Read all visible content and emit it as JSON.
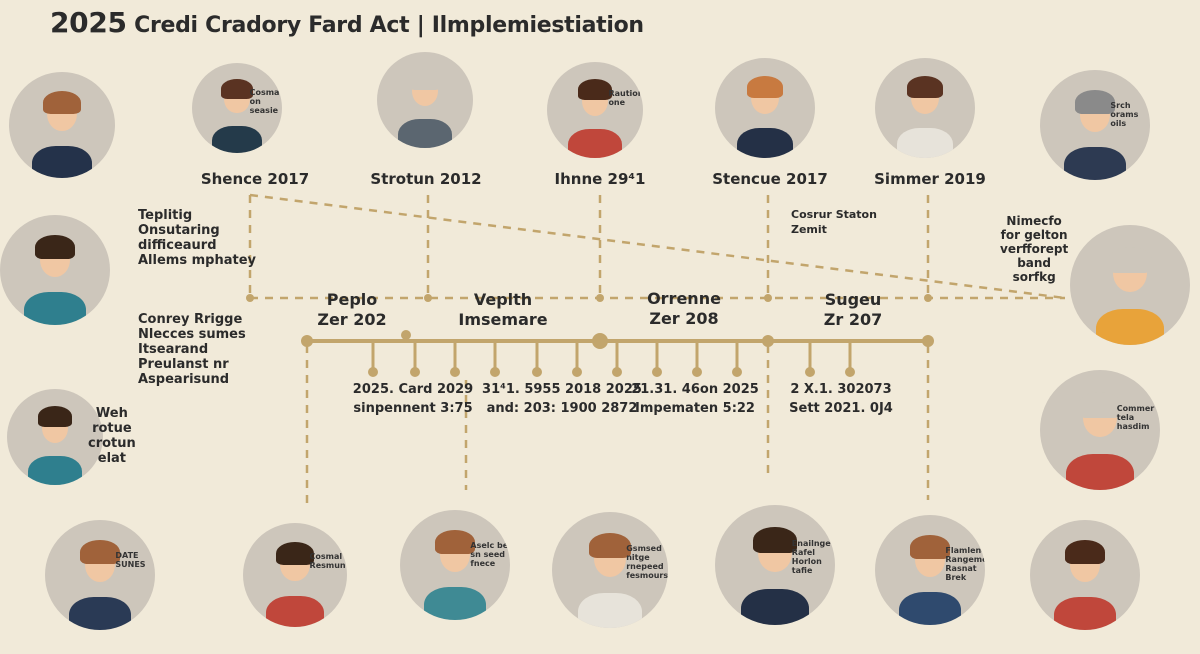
{
  "title": {
    "year": "2025",
    "text": "Credi Cradory Fard Act | Ilmplemiestiation"
  },
  "captions": [
    "Shence 2017",
    "Strotun 2012",
    "Ihnne 29⁴1",
    "Stencue 2017",
    "Simmer 2019"
  ],
  "side_notes": {
    "left_top": [
      "Teplitig",
      "Onsutaring",
      "difficeaurd",
      "Allems mphatey"
    ],
    "left_mid": [
      "Conrey Rrigge",
      "Nlecces sumes",
      "Itsearand",
      "Preulanst nr",
      "Aspearisund"
    ],
    "left_circle": [
      "Weh",
      "rotue",
      "crotun",
      "elat"
    ],
    "center_note": [
      "Cosrur Staton",
      "Zemit"
    ],
    "right_note": [
      "Nimecfo",
      "for gelton",
      "verfforept",
      "band",
      "sorfkg"
    ]
  },
  "milestones": [
    {
      "line1": "Peplo",
      "line2": "Zer 202"
    },
    {
      "line1": "Veplth",
      "line2": "Imsemare"
    },
    {
      "line1": "Orrenne",
      "line2": "Zer 208"
    },
    {
      "line1": "Sugeu",
      "line2": "Zr 207"
    }
  ],
  "dates": [
    {
      "line1": "2025. Card 2029",
      "line2": "sinpennent 3:75"
    },
    {
      "line1": "31⁴1. 5955 2018 2025",
      "line2": "and: 203: 1900 2872"
    },
    {
      "line1": "21.31. 46on 2025",
      "line2": "Impematen 5:22"
    },
    {
      "line1": "2 X.1. 302073",
      "line2": "Sett 2021. 0J4"
    }
  ],
  "circle_labels": {
    "c2": [
      "Cosmal",
      "on seasie"
    ],
    "c4": [
      "Rautions",
      "one"
    ],
    "c7": [
      "Srch",
      "orams",
      "oils"
    ],
    "r2": [
      "Commer tela",
      "hasdim"
    ],
    "b1": [
      "Cosmal",
      "Resmun"
    ],
    "b2": [
      "Aselc be",
      "sn seed",
      "fnece"
    ],
    "b3": [
      "Gsmsed",
      "nitge",
      "rnepeed",
      "fesmours"
    ],
    "b4": [
      "Enailnge",
      "Rafel",
      "Horlon",
      "tafie"
    ],
    "b5": [
      "Flamleney",
      "Rangemel",
      "Rasnat",
      "Brek"
    ],
    "l4": [
      "DATE",
      "SUNES"
    ]
  },
  "colors": {
    "background": "#f1ead9",
    "timeline": "#c2a56c",
    "circle": "#cdc6bb",
    "text": "#2b2b2b",
    "accent_orange": "#e8a33a",
    "accent_teal": "#3f8a94"
  }
}
